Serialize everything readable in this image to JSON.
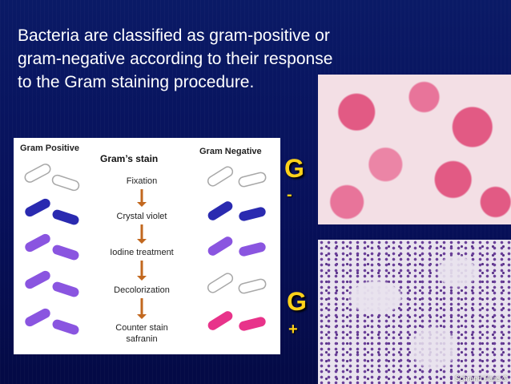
{
  "slide": {
    "intro_text": "Bacteria are classified as gram-positive or gram-negative according to their response to the Gram staining procedure."
  },
  "diagram": {
    "left_header": "Gram Positive",
    "center_title": "Gram’s stain",
    "right_header": "Gram Negative",
    "steps": [
      "Fixation",
      "Crystal violet",
      "Iodine treatment",
      "Decolorization",
      "Counter stain",
      "safranin"
    ],
    "colors": {
      "outline": "#a8a8a8",
      "crystal_violet": "#2a2ab0",
      "purple": "#8a55e0",
      "safranin": "#e8338a",
      "arrow": "#c2681f"
    }
  },
  "labels": {
    "gram_negative_letter": "G",
    "gram_negative_sign": "-",
    "gram_positive_letter": "G",
    "gram_positive_sign": "+"
  },
  "photos": {
    "gram_negative_image": "pink-stained-cells-micrograph",
    "gram_positive_image": "purple-cocci-micrograph",
    "credit": "Schrand Haas ©"
  }
}
